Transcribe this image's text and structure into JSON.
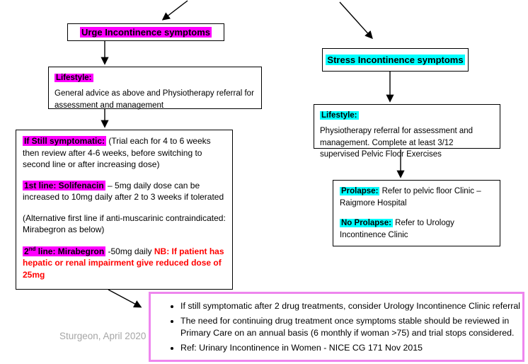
{
  "colors": {
    "magenta": "#FF00FF",
    "cyan": "#00FFFF",
    "red": "#FF0000",
    "footer_border": "#EE86EE",
    "credit_gray": "#A6A6A6"
  },
  "urge": {
    "title": "Urge Incontinence symptoms",
    "lifestyle_label": "Lifestyle:",
    "lifestyle_text": "General advice as above and Physiotherapy referral for assessment and management",
    "symptomatic_label": "If Still symptomatic:",
    "symptomatic_text": " (Trial each for 4 to 6 weeks then review after 4-6 weeks, before switching to second line or after increasing dose)",
    "first_line_label": "1st line: Solifenacin",
    "first_line_text": " – 5mg daily dose can be increased to 10mg daily after 2 to 3 weeks if tolerated",
    "alt_text": "(Alternative first line if anti-muscarinic contraindicated: Mirabegron as below)",
    "second_line_num": "2",
    "second_line_sup": "nd",
    "second_line_rest": " line:  Mirabegron",
    "second_line_text": " -50mg daily ",
    "second_line_warning": "NB:  If patient has hepatic or renal impairment give reduced dose of 25mg"
  },
  "stress": {
    "title": "Stress Incontinence symptoms",
    "lifestyle_label": "Lifestyle:",
    "lifestyle_text": "Physiotherapy referral for assessment and management. Complete at least 3/12 supervised Pelvic Floor Exercises",
    "prolapse_label": "Prolapse:",
    "prolapse_text": " Refer to pelvic floor Clinic – Raigmore Hospital",
    "no_prolapse_label": "No Prolapse:",
    "no_prolapse_text": " Refer to Urology Incontinence Clinic"
  },
  "footer": {
    "bullets": [
      "If still symptomatic after 2 drug treatments, consider Urology Incontinence Clinic referral",
      "The need for continuing drug treatment once symptoms stable should be reviewed in Primary Care on an annual basis (6 monthly if woman >75) and trial stops considered.",
      "Ref: Urinary Incontinence in Women - NICE CG 171 Nov 2015"
    ]
  },
  "credit": "Sturgeon, April 2020"
}
